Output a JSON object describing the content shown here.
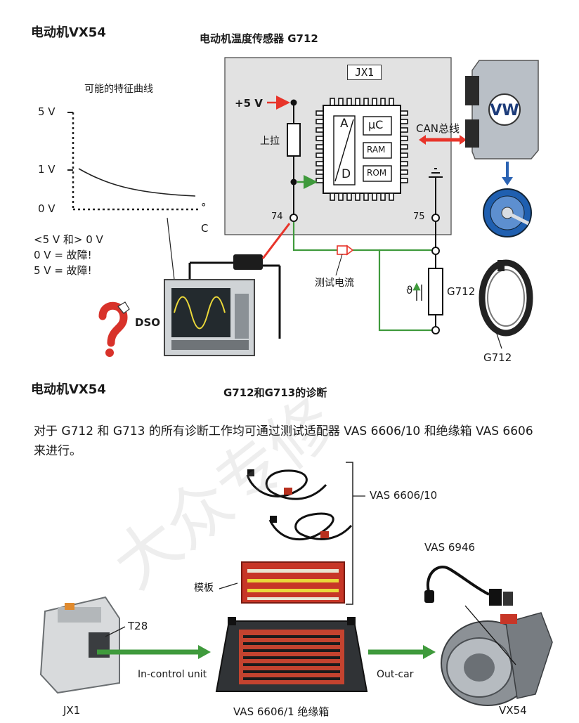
{
  "top": {
    "section_title": "电动机VX54",
    "diagram_title": "电动机温度传感器 G712",
    "curve_title": "可能的特征曲线",
    "axis": {
      "v5": "5 V",
      "v1": "1 V",
      "v0": "0 V",
      "deg": "°",
      "c": "C"
    },
    "notes": [
      "<5 V 和> 0 V",
      "0 V = 故障!",
      "5 V = 故障!"
    ],
    "jx1": "JX1",
    "plus5v": "+5 V",
    "pullup": "上拉",
    "ad_a": "A",
    "ad_d": "D",
    "uc": "μC",
    "ram": "RAM",
    "rom": "ROM",
    "can": "CAN总线",
    "pin74": "74",
    "pin75": "75",
    "test_current": "测试电流",
    "theta": "ϑ",
    "g712_res": "G712",
    "g712_part": "G712",
    "dso": "DSO"
  },
  "bottom": {
    "section_title": "电动机VX54",
    "diagram_title": "G712和G713的诊断",
    "paragraph": "对于 G712 和 G713 的所有诊断工作均可通过测试适配器 VAS 6606/10 和绝缘箱 VAS 6606 来进行。",
    "vas660610": "VAS 6606/10",
    "template": "模板",
    "vas6946": "VAS 6946",
    "t28": "T28",
    "in_control": "In-control unit",
    "out_car": "Out-car",
    "jx1": "JX1",
    "insulation_box": "VAS 6606/1 绝缘箱",
    "vx54": "VX54"
  },
  "watermark": "大众专修",
  "colors": {
    "red": "#e8342a",
    "green": "#3f9a3c",
    "board": "#e2e2e2",
    "yellow": "#e9d83a"
  }
}
